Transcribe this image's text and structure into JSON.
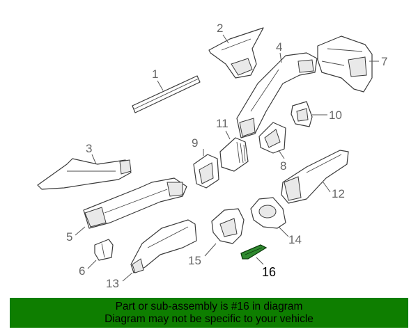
{
  "diagram": {
    "callouts": [
      "1",
      "2",
      "3",
      "4",
      "5",
      "6",
      "7",
      "8",
      "9",
      "10",
      "11",
      "12",
      "13",
      "14",
      "15",
      "16"
    ],
    "highlighted_callout": "16",
    "highlight_color": "#2f8a2f"
  },
  "banner": {
    "line1": "Part or sub-assembly is #16 in diagram",
    "line2": "Diagram may not be specific to your vehicle",
    "background": "#0e7e00"
  }
}
